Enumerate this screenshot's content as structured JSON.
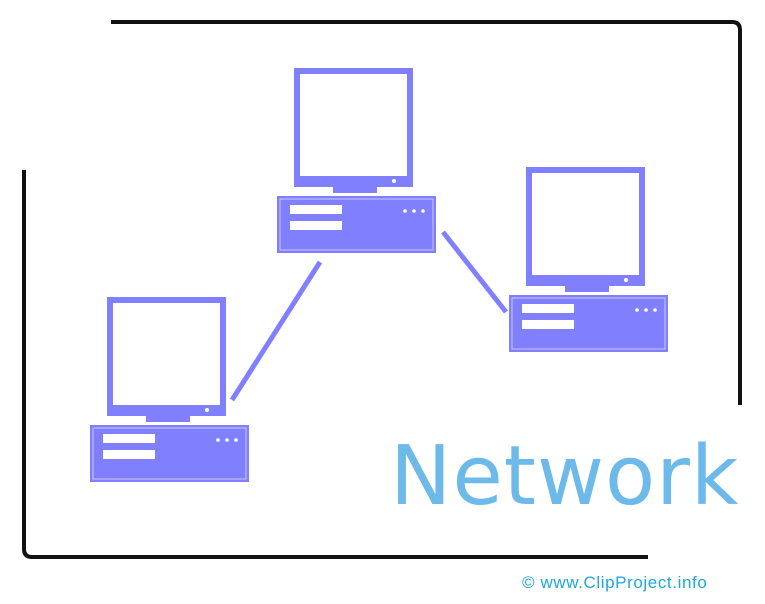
{
  "title": "Network",
  "credit": "© www.ClipProject.info",
  "colors": {
    "computer": "#8080ff",
    "frame": "#111111",
    "title": "#6cb9ea",
    "credit": "#1ea6de"
  },
  "computers": [
    {
      "name": "computer-left"
    },
    {
      "name": "computer-top"
    },
    {
      "name": "computer-right"
    }
  ]
}
